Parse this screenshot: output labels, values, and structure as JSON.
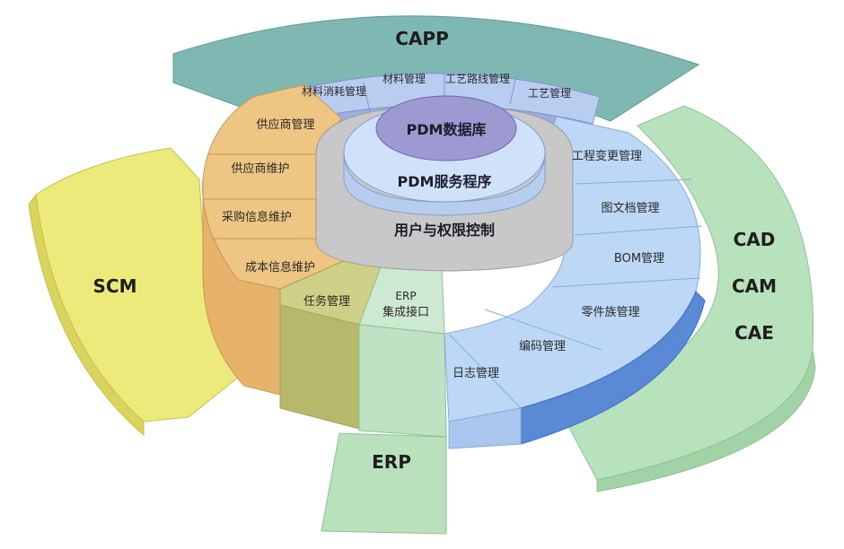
{
  "outer_systems": {
    "capp": "CAPP",
    "scm": "SCM",
    "erp": "ERP",
    "cad": "CAD",
    "cam": "CAM",
    "cae": "CAE"
  },
  "core": {
    "database": "PDM数据库",
    "service": "PDM服务程序",
    "access": "用户与权限控制"
  },
  "capp_segments": [
    "材料消耗管理",
    "材料管理",
    "工艺路线管理",
    "工艺管理"
  ],
  "scm_segments": [
    "供应商管理",
    "供应商维护",
    "采购信息维护",
    "成本信息维护"
  ],
  "erp_segments": [
    "任务管理",
    "ERP",
    "集成接口"
  ],
  "cad_segments": [
    "工程变更管理",
    "图文档管理",
    "BOM管理",
    "零件族管理",
    "编码管理",
    "日志管理"
  ]
}
